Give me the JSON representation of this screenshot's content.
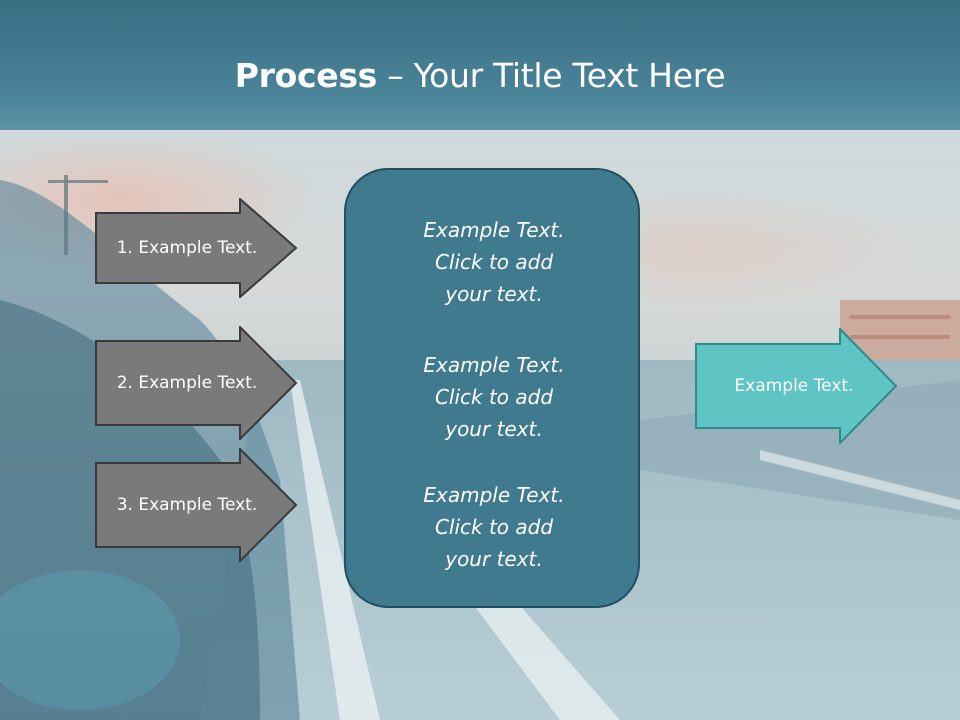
{
  "slide": {
    "title_bold": "Process",
    "title_rest": " – Your Title Text Here"
  },
  "steps": [
    {
      "label": "1. Example Text."
    },
    {
      "label": "2. Example Text."
    },
    {
      "label": "3. Example Text."
    }
  ],
  "center": {
    "blocks": [
      {
        "line1": "Example Text.",
        "line2": "Click  to add",
        "line3": "your text."
      },
      {
        "line1": "Example Text.",
        "line2": "Click  to add",
        "line3": "your text."
      },
      {
        "line1": "Example Text.",
        "line2": "Click  to add",
        "line3": "your text."
      }
    ]
  },
  "output": {
    "label": "Example Text."
  },
  "colors": {
    "header": "#3d7489",
    "step_arrow": "#7a7a7a",
    "center_box": "#3f7a8e",
    "output_arrow": "#5fc4c4"
  }
}
